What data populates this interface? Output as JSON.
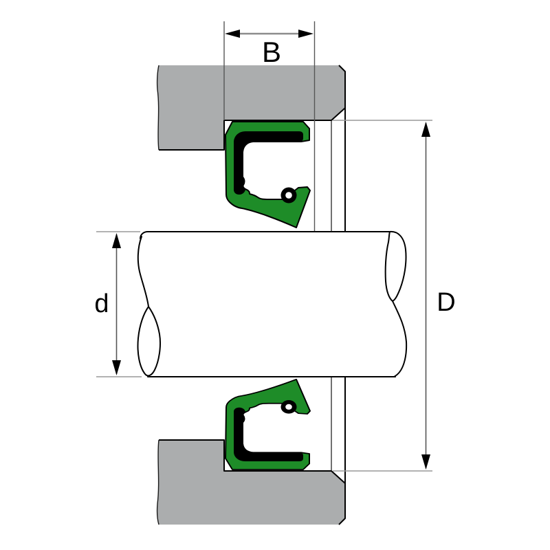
{
  "diagram": {
    "type": "technical-drawing",
    "subject": "Radial shaft seal (oil seal) installation cross-section",
    "dimension_labels": {
      "seal_width": "B",
      "shaft_diameter": "d",
      "bore_diameter": "D"
    },
    "colors": {
      "housing": "#ABADAE",
      "seal_body": "#1E8C28",
      "seal_case": "#000000",
      "spring_bore": "#FFFFFF",
      "shaft": "#FFFFFF",
      "background": "#FFFFFF",
      "outline": "#000000",
      "dimension_line": "#555555",
      "extension_line": "#999999",
      "arrow_shaft": "#8C8C8C"
    }
  }
}
